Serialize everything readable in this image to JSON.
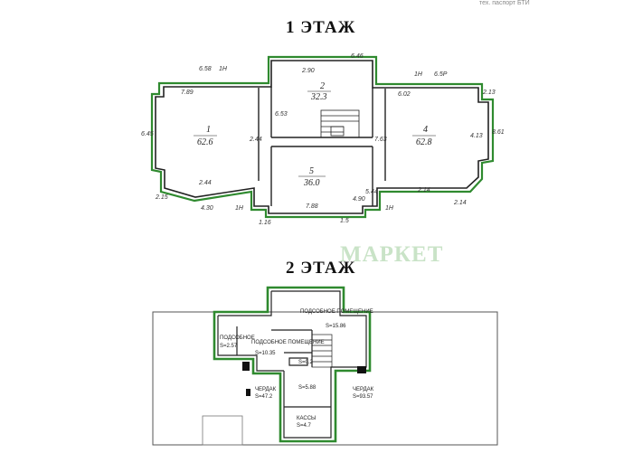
{
  "corner_note": "тех. паспорт БТИ",
  "watermark": "МАРКЕТ",
  "floor1": {
    "title": "1 ЭТАЖ",
    "rooms": [
      {
        "num": "1",
        "area": "62.6"
      },
      {
        "num": "2",
        "area": "32.3"
      },
      {
        "num": "4",
        "area": "62.8"
      },
      {
        "num": "5",
        "area": "36.0"
      }
    ],
    "dims": [
      "6.58",
      "1H",
      "7.89",
      "2.44",
      "2.90",
      "6.46",
      "1H",
      "6.5P",
      "6.02",
      "2.13",
      "8.61",
      "4.13",
      "6.53",
      "7.63",
      "6.45",
      "2.15",
      "4.30",
      "1H",
      "7.88",
      "1H",
      "2.14",
      "2.14",
      "5.44",
      "2.44",
      "4.90",
      "1.16",
      "1.5"
    ]
  },
  "floor2": {
    "title": "2 ЭТАЖ",
    "rooms": [
      {
        "name": "ПОДСОБНОЕ ПОМЕЩЕНИЕ",
        "area": "S=15.86"
      },
      {
        "name": "ПОДСОБНОЕ ПОМЕЩЕНИЕ",
        "area": "S=10.35"
      },
      {
        "name": "ПОДСОБНОЕ",
        "area": "S=2.57"
      },
      {
        "name": "",
        "area": "S=0.2"
      },
      {
        "name": "ЧЕРДАК",
        "area": "S=47.2"
      },
      {
        "name": "",
        "area": "S=5.88"
      },
      {
        "name": "ЧЕРДАК",
        "area": "S=93.57"
      },
      {
        "name": "КАССЫ",
        "area": "S=4.7"
      }
    ]
  }
}
